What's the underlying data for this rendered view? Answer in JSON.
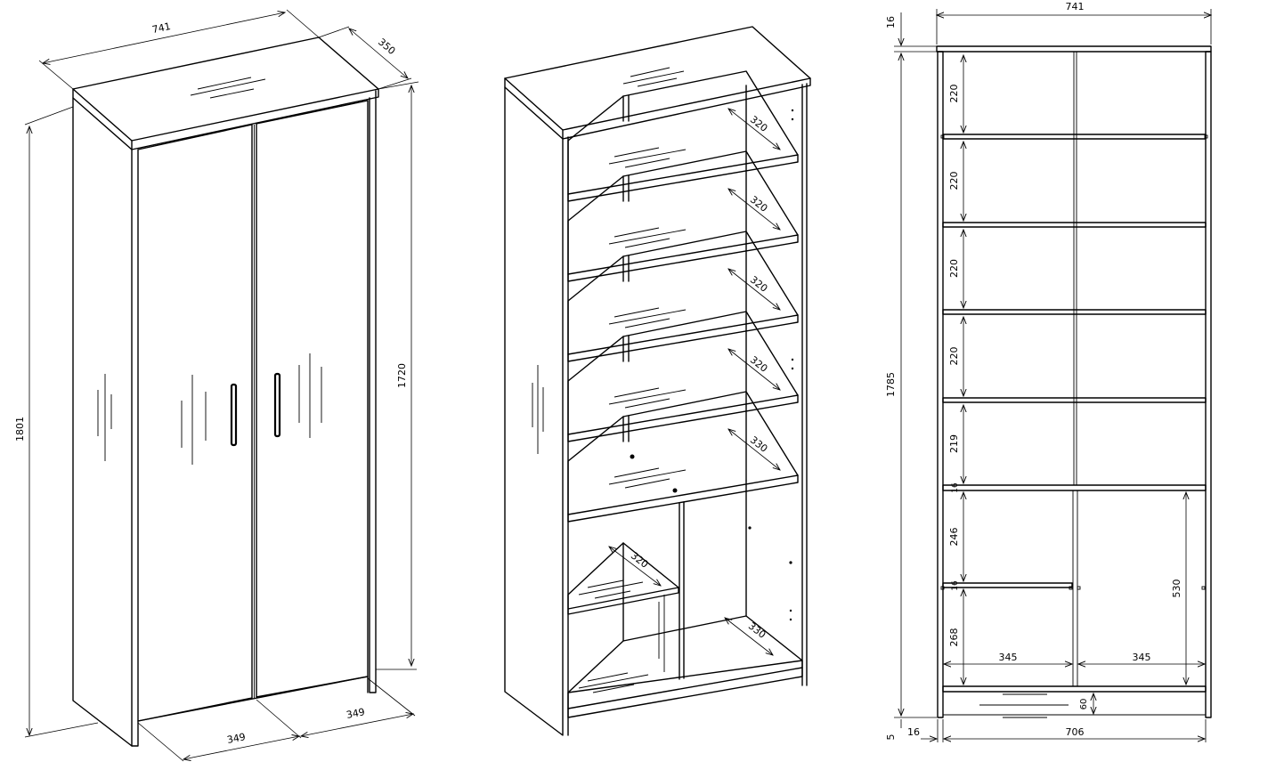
{
  "dimensions": {
    "closed_width": "741",
    "closed_depth": "350",
    "closed_height": "1801",
    "closed_door_height": "1720",
    "closed_door_left": "349",
    "closed_door_right": "349",
    "open_shelf_depths": [
      "320",
      "320",
      "320",
      "320",
      "330",
      "320",
      "330"
    ],
    "front_width_top": "741",
    "front_top_thickness": "16",
    "front_total_height": "1785",
    "front_bays": [
      "220",
      "220",
      "220",
      "220",
      "219"
    ],
    "front_divider": "16",
    "front_lower_top": "246",
    "front_lower_divider": "16",
    "front_lower_bottom": "268",
    "front_lower_right": "530",
    "front_half_left": "345",
    "front_half_right": "345",
    "front_plinth": "60",
    "front_foot": "5",
    "front_side": "16",
    "front_inner_width": "706"
  }
}
